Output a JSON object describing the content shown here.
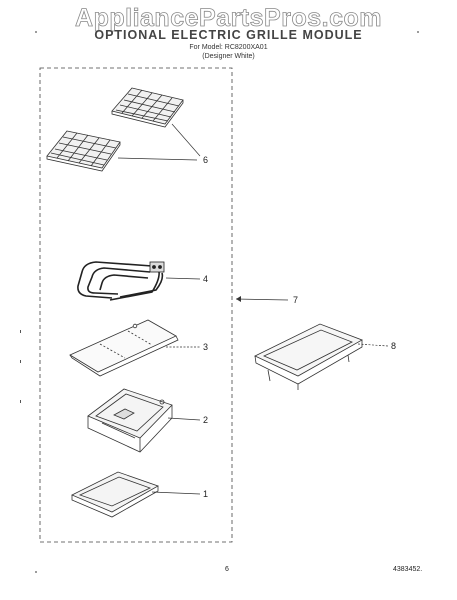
{
  "watermark": "AppliancePartsPros.com",
  "header": {
    "title": "OPTIONAL ELECTRIC GRILLE MODULE",
    "model_line": "For Model: RC8200XA01",
    "color_line": "(Designer White)"
  },
  "callouts": {
    "grates": "6",
    "element": "4",
    "module": "7",
    "reflector": "3",
    "drip_tray": "2",
    "pan": "1",
    "cover": "8"
  },
  "footer": {
    "page_number": "6",
    "doc_number": "4383452."
  }
}
